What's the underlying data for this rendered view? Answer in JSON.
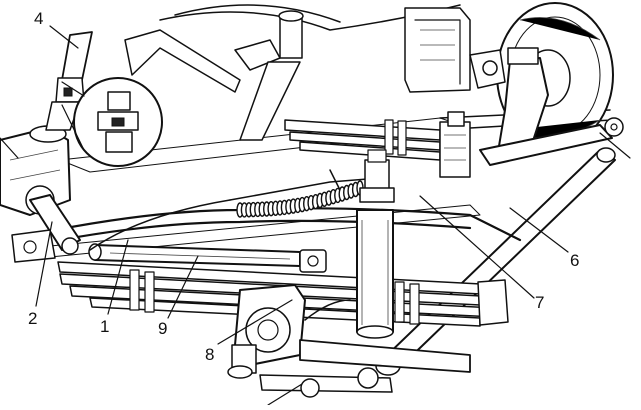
{
  "callouts": [
    {
      "id": "1",
      "label": "1"
    },
    {
      "id": "2",
      "label": "2"
    },
    {
      "id": "3",
      "label": ""
    },
    {
      "id": "4",
      "label": "4"
    },
    {
      "id": "5",
      "label": ""
    },
    {
      "id": "6",
      "label": "6"
    },
    {
      "id": "7",
      "label": "7"
    },
    {
      "id": "8",
      "label": "8"
    },
    {
      "id": "9",
      "label": "9"
    }
  ]
}
